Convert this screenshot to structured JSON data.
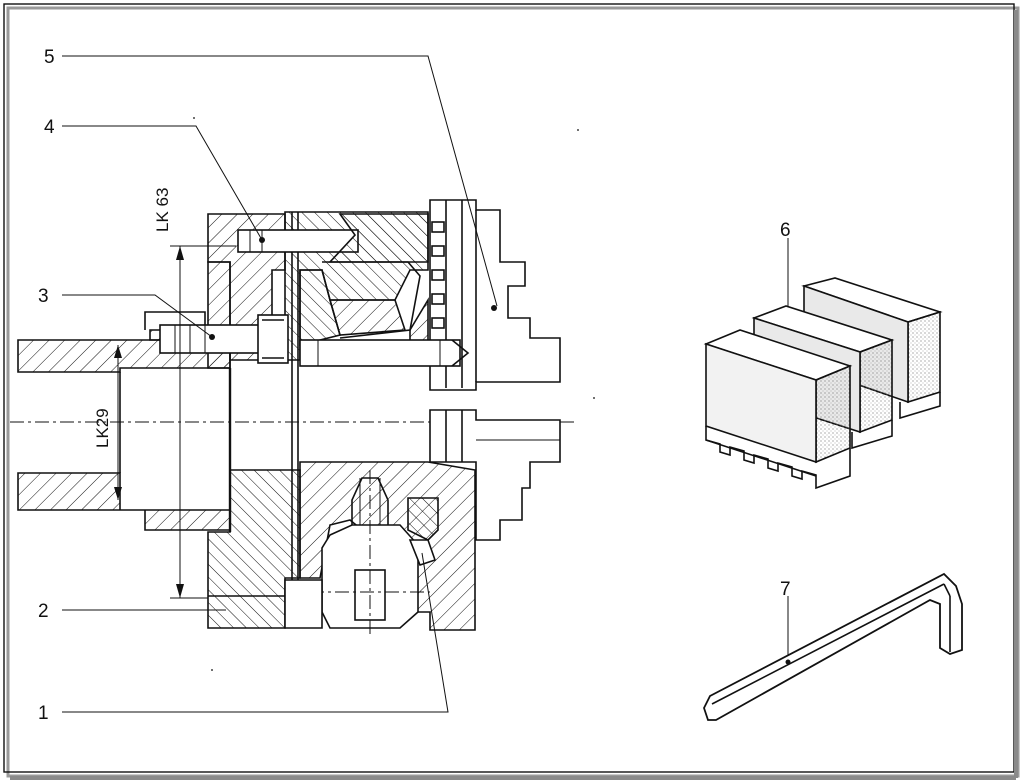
{
  "callouts": {
    "c1": "1",
    "c2": "2",
    "c3": "3",
    "c4": "4",
    "c5": "5",
    "c6": "6",
    "c7": "7"
  },
  "dimensions": {
    "outer": "LK 63",
    "inner": "LK29"
  },
  "colors": {
    "ink": "#111111",
    "frame_shadow": "#8a8a8a",
    "jaw_shade": "#cfcfcf"
  }
}
